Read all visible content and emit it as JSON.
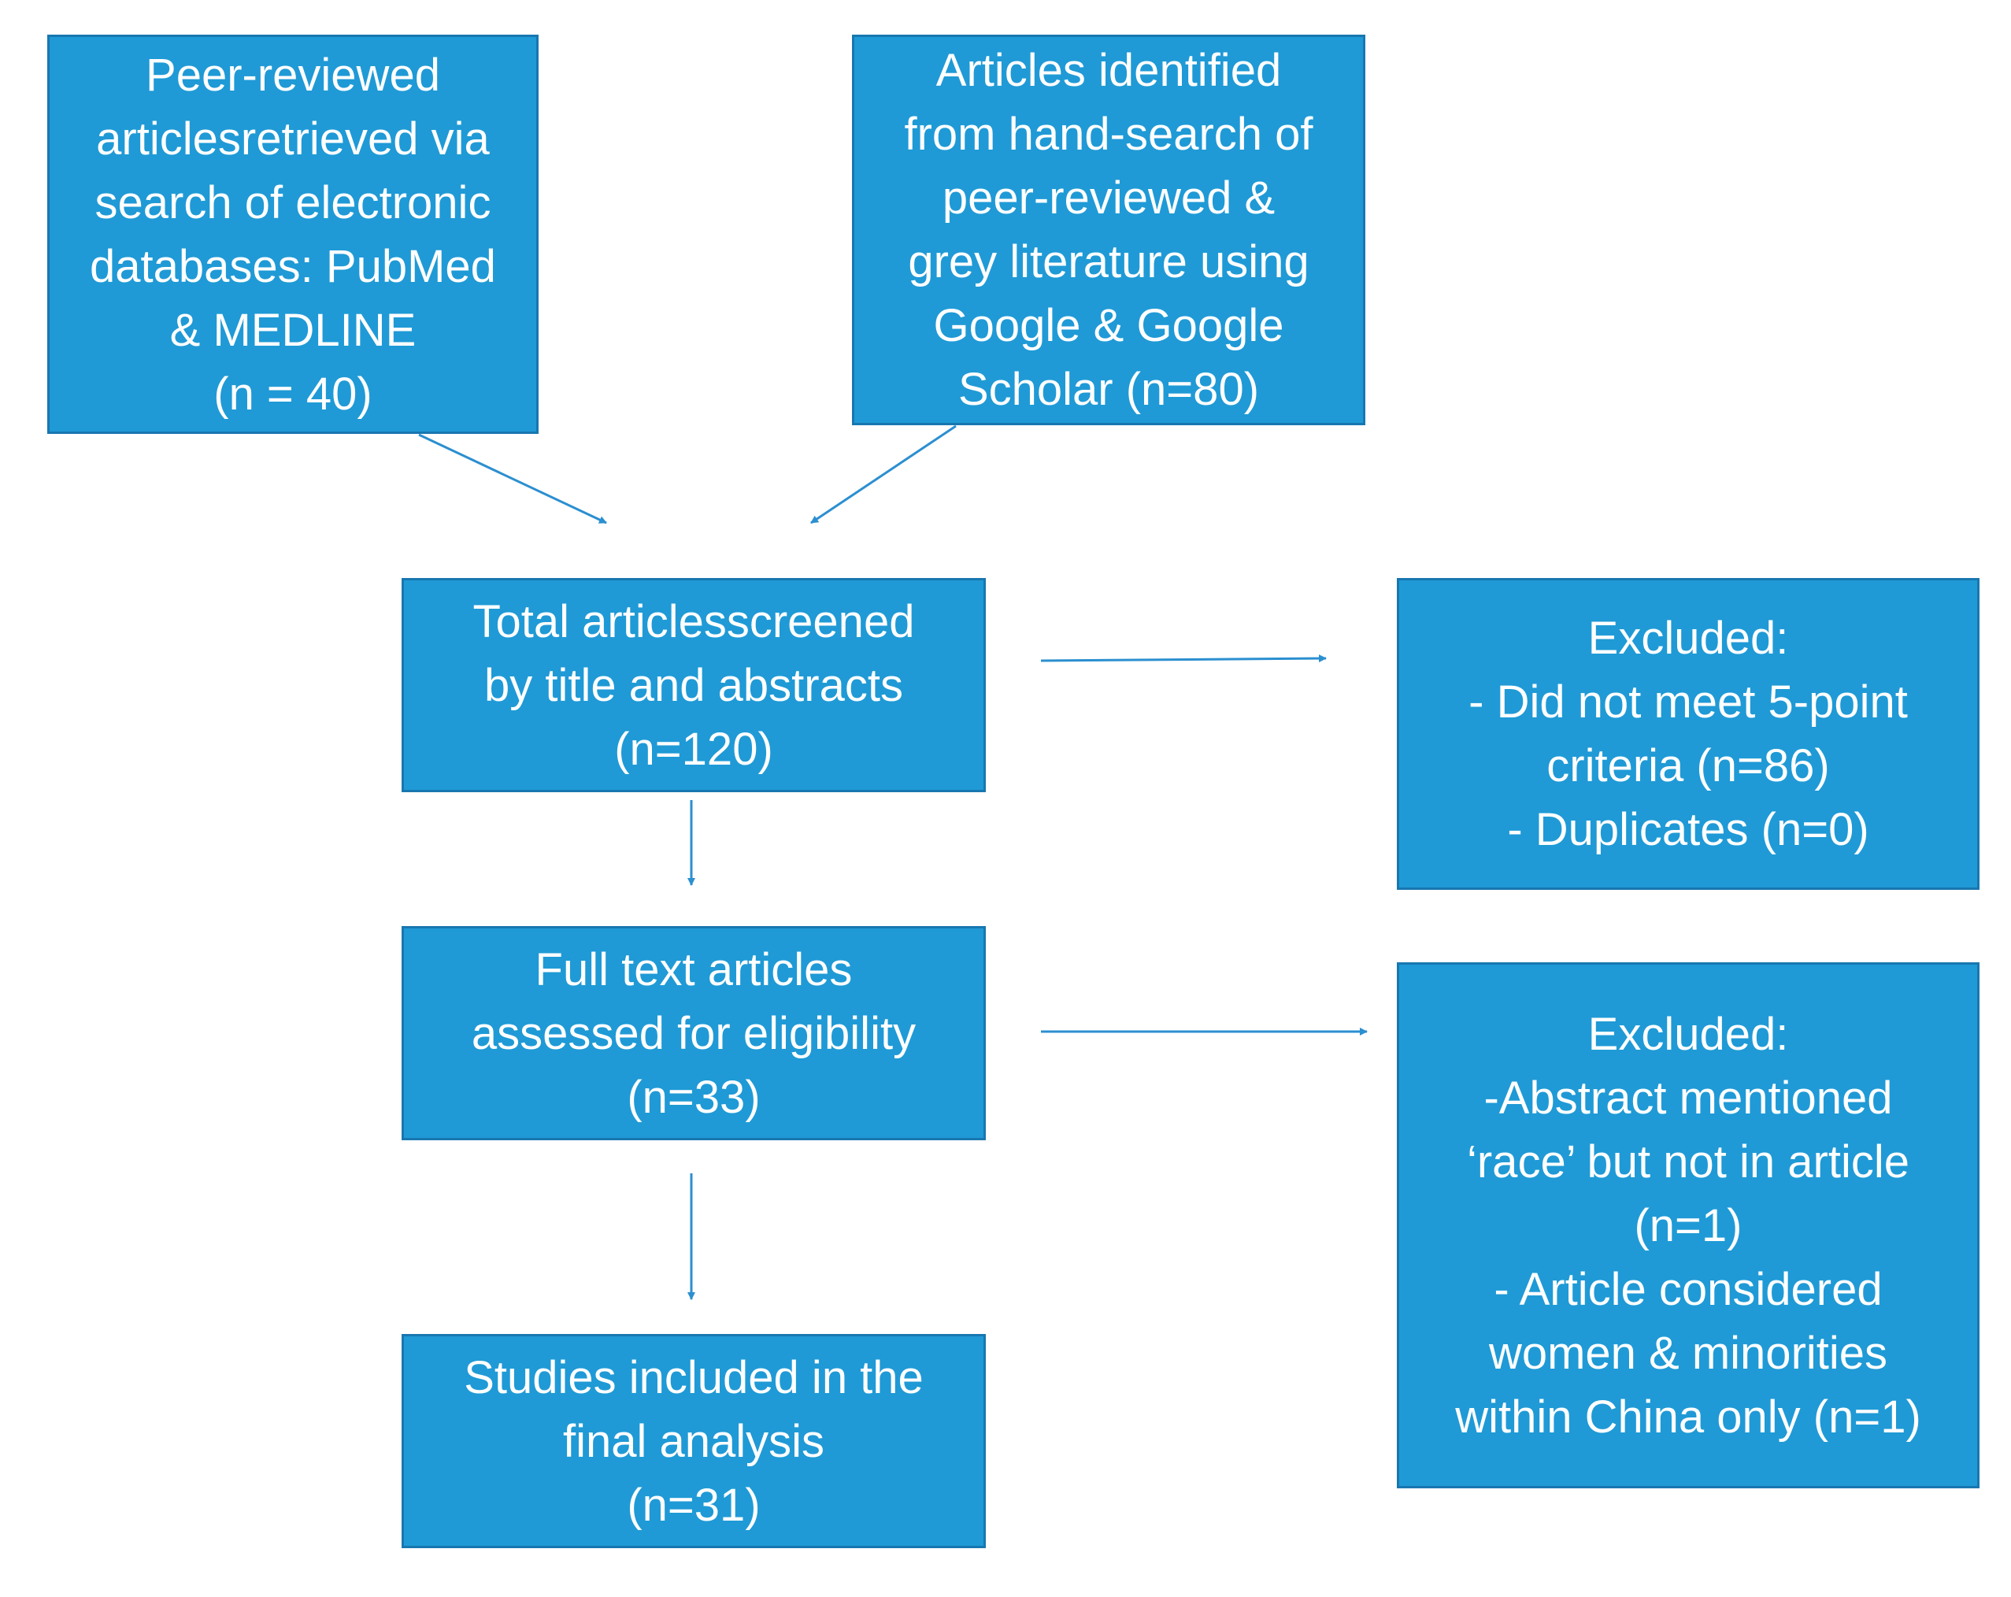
{
  "flowchart": {
    "colors": {
      "box_fill": "#1f9ad6",
      "box_border": "#1877b0",
      "arrow": "#2b8fd0",
      "text": "#ffffff"
    },
    "boxes": {
      "electronic_search": {
        "lines": [
          "Peer-reviewed",
          "articlesretrieved via",
          "search of electronic",
          "databases: PubMed",
          "& MEDLINE",
          "(n = 40)"
        ]
      },
      "hand_search": {
        "lines": [
          "Articles identified",
          "from hand-search of",
          "peer-reviewed &",
          "grey literature using",
          "Google & Google",
          "Scholar (n=80)"
        ]
      },
      "screened": {
        "lines": [
          "Total articlesscreened",
          "by title and abstracts",
          "(n=120)"
        ]
      },
      "excluded_screening": {
        "lines": [
          "Excluded:",
          "- Did not meet 5-point",
          "criteria (n=86)",
          "- Duplicates (n=0)"
        ]
      },
      "full_text": {
        "lines": [
          "Full text articles",
          "assessed for eligibility",
          "(n=33)"
        ]
      },
      "excluded_full_text": {
        "lines": [
          "Excluded:",
          "-Abstract mentioned",
          "‘race’ but not in article",
          "(n=1)",
          "- Article considered",
          "women & minorities",
          "within China only (n=1)"
        ]
      },
      "included": {
        "lines": [
          "Studies included in the",
          "final analysis",
          "(n=31)"
        ]
      }
    }
  }
}
